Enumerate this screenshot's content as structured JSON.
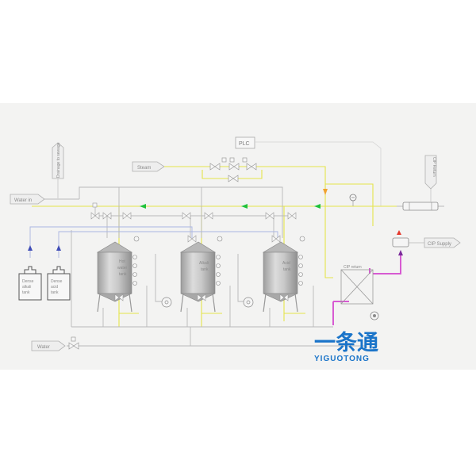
{
  "diagram": {
    "controller": "PLC",
    "inputs": {
      "steam": "Steam",
      "water_in": "Water in",
      "water": "Water"
    },
    "outputs": {
      "drain_top": "Drainage to sewage",
      "cip_return": "CIP Return",
      "cip_supply": "CIP Supply",
      "cip_module": "CIP return"
    },
    "dosing_tanks": [
      {
        "label_lines": [
          "Dense",
          "alkali",
          "tank"
        ]
      },
      {
        "label_lines": [
          "Dense",
          "acid",
          "tank"
        ]
      }
    ],
    "tanks": [
      {
        "label_lines": [
          "Hot",
          "water",
          "tank"
        ]
      },
      {
        "label_lines": [
          "Alkali",
          "tank"
        ]
      },
      {
        "label_lines": [
          "Acid",
          "tank"
        ]
      }
    ]
  },
  "brand": {
    "name_cn": "一条通",
    "name_en": "YIGUOTONG"
  },
  "colors": {
    "steam_line": "#e4e44a",
    "return_line": "#d75ad2",
    "flow_arrow": "#1fc23b",
    "pipe": "#b9b9b9",
    "dosing_line": "#aab5e2",
    "brand": "#1a74c9"
  }
}
